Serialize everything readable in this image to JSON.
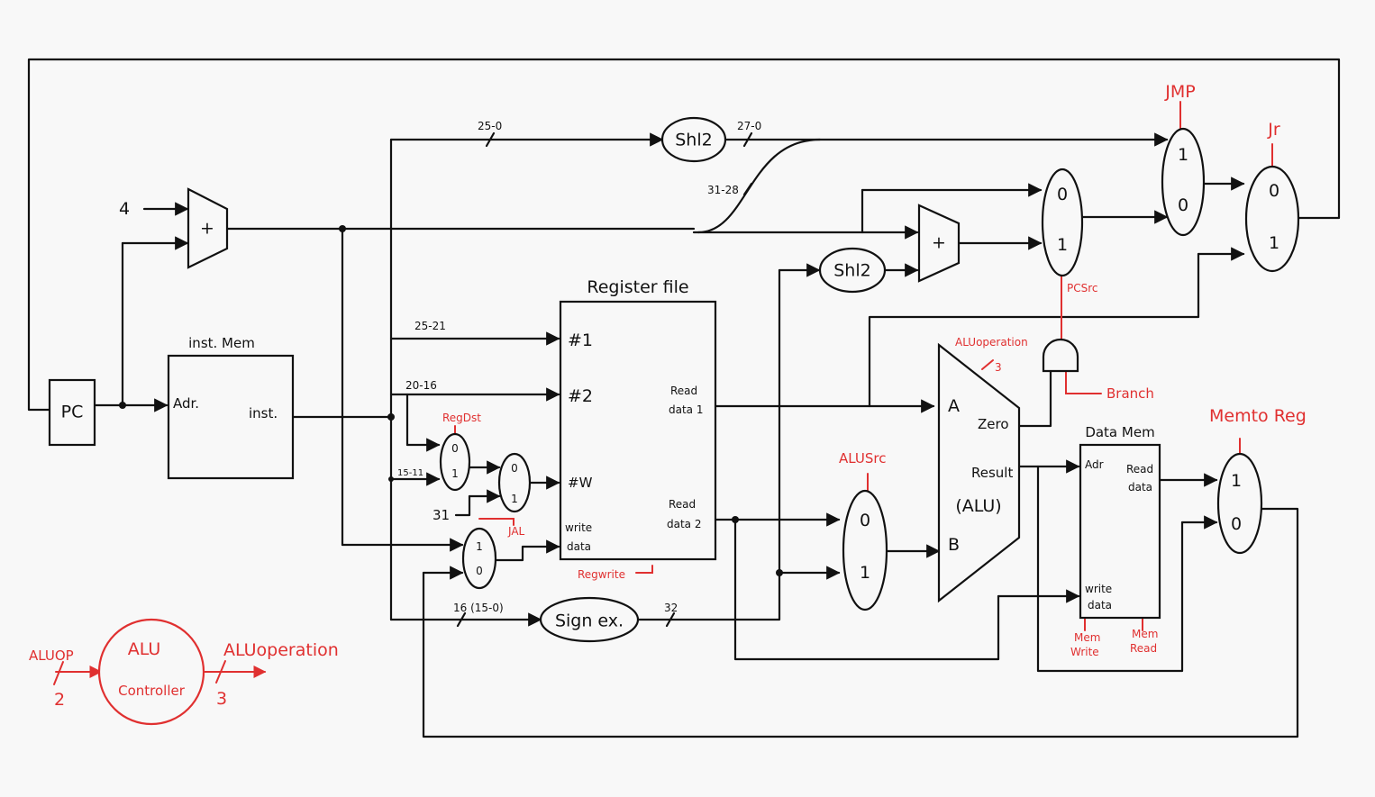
{
  "components": {
    "pc": "PC",
    "inst_mem": {
      "title": "inst. Mem",
      "adr": "Adr.",
      "inst": "inst."
    },
    "const_four": "4",
    "pc_adder": "+",
    "branch_adder": "+",
    "shl2_jump": "Shl2",
    "shl2_branch": "Shl2",
    "register_file": {
      "title": "Register file",
      "rs": "#1",
      "rt": "#2",
      "rd": "#W",
      "write_data": [
        "write",
        "data"
      ],
      "read_data1": [
        "Read",
        "data 1"
      ],
      "read_data2": [
        "Read",
        "data 2"
      ]
    },
    "sign_ext": "Sign ex.",
    "alu": {
      "a": "A",
      "b": "B",
      "zero": "Zero",
      "result": "Result",
      "name": "(ALU)"
    },
    "data_mem": {
      "title": "Data Mem",
      "adr": "Adr",
      "read_data": [
        "Read",
        "data"
      ],
      "write_data": [
        "write",
        "data"
      ]
    },
    "alu_controller": [
      "ALU",
      "Controller"
    ],
    "const_31": "31"
  },
  "mux_labels": {
    "top": "1",
    "bottom": "0",
    "reg_dst": [
      "0",
      "1"
    ],
    "jal": [
      "0",
      "1"
    ],
    "wb_jal": [
      "1",
      "0"
    ],
    "alu_src": [
      "0",
      "1"
    ],
    "pc_src": [
      "0",
      "1"
    ],
    "jmp": [
      "1",
      "0"
    ],
    "jr": [
      "0",
      "1"
    ],
    "mem_to_reg": [
      "1",
      "0"
    ]
  },
  "bit_labels": {
    "b25_0": "25-0",
    "b27_0": "27-0",
    "b31_28": "31-28",
    "b25_21": "25-21",
    "b20_16": "20-16",
    "b15_11": "15-11",
    "b16": "16 (15-0)",
    "b32": "32",
    "alu_op_bits": "3",
    "aluop_in": "2",
    "aluop_out": "3"
  },
  "control_signals": {
    "jmp": "JMP",
    "jr": "Jr",
    "pc_src": "PCSrc",
    "branch": "Branch",
    "alu_operation": "ALUoperation",
    "reg_dst": "RegDst",
    "jal": "JAL",
    "reg_write": "Regwrite",
    "alu_src": "ALUSrc",
    "mem_to_reg": "Memto Reg",
    "mem_write": [
      "Mem",
      "Write"
    ],
    "mem_read": [
      "Mem",
      "Read"
    ],
    "aluop": "ALUOP",
    "aluoperation_out": "ALUoperation"
  },
  "colors": {
    "wire": "#111111",
    "control": "#e03030",
    "background": "#f8f8f8"
  }
}
